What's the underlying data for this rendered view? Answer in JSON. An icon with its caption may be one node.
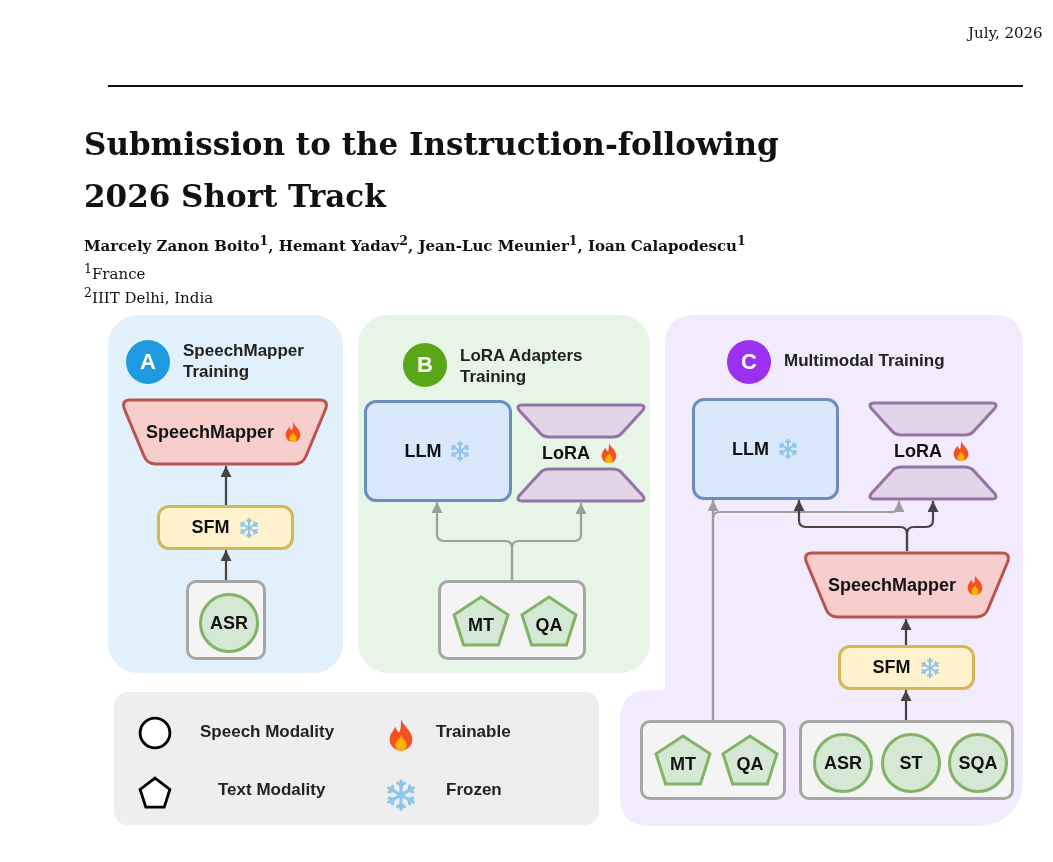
{
  "diagram": {
    "title": "Submission to the Instruction-following 2026 Short Track",
    "nodes": [
      {
        "text": [
          "SpeechMapper Training"
        ]
      },
      {
        "text": [
          "A"
        ],
        "in": 0
      },
      {
        "text": [
          "SpeechMapper"
        ],
        "in": 0
      },
      {
        "text": [
          "SFM"
        ],
        "in": 0
      },
      {
        "text": [],
        "shape": "box",
        "in": 0
      },
      {
        "text": [
          "ASR"
        ],
        "in": 4
      },
      {
        "text": [
          "LoRA Adapters Training"
        ]
      },
      {
        "text": [
          "B"
        ],
        "in": 6
      },
      {
        "text": [
          "LLM"
        ],
        "in": 6
      },
      {
        "text": [
          "LoRA"
        ],
        "in": 6
      },
      {
        "text": [],
        "shape": "box",
        "in": 6
      },
      {
        "text": [
          "MT"
        ],
        "in": 10
      },
      {
        "text": [
          "QA"
        ],
        "in": 10
      },
      {
        "text": [
          "Multimodal Training"
        ]
      },
      {
        "text": [
          "C"
        ],
        "in": 13
      },
      {
        "text": [
          "LLM"
        ],
        "in": 13
      },
      {
        "text": [
          "LoRA"
        ],
        "in": 13
      },
      {
        "text": [
          "SpeechMapper"
        ],
        "in": 13
      },
      {
        "text": [
          "SFM"
        ],
        "in": 13
      },
      {
        "text": [],
        "shape": "box",
        "in": 13
      },
      {
        "text": [
          "MT"
        ],
        "in": 19
      },
      {
        "text": [
          "QA"
        ],
        "in": 19
      },
      {
        "text": [],
        "shape": "box",
        "in": 13
      },
      {
        "text": [
          "ASR"
        ],
        "in": 22
      },
      {
        "text": [
          "ST"
        ],
        "in": 22
      },
      {
        "text": [
          "SQA"
        ],
        "in": 22
      }
    ],
    "edges": [
      {
        "from": 4,
        "to": 3,
        "arrow": "to"
      },
      {
        "from": 3,
        "to": 2,
        "arrow": "to"
      },
      {
        "from": 10,
        "to": 8,
        "arrow": "to",
        "color": "#9e9e9e"
      },
      {
        "from": 10,
        "to": 9,
        "arrow": "to",
        "color": "#9e9e9e"
      },
      {
        "from": 19,
        "to": 15,
        "arrow": "to",
        "color": "#9e9e9e"
      },
      {
        "from": 19,
        "to": 16,
        "arrow": "to",
        "color": "#9e9e9e"
      },
      {
        "from": 17,
        "to": 15,
        "arrow": "to"
      },
      {
        "from": 17,
        "to": 16,
        "arrow": "to"
      },
      {
        "from": 22,
        "to": 18,
        "arrow": "to"
      },
      {
        "from": 18,
        "to": 17,
        "arrow": "to"
      }
    ],
    "labels": [
      "July, 2026",
      "Marcely Zanon Boito$^{1}$, Hemant Yadav$^{2}$, Jean-Luc Meunier$^{1}$, Ioan Calapodescu$^{1}$",
      "$^{1}$France",
      "$^{2}$IIIT Delhi, India"
    ],
    "legend": [
      {
        "text": "Speech Modality"
      },
      {
        "text": "Trainable"
      },
      {
        "text": "Text Modality"
      },
      {
        "text": "Frozen"
      }
    ]
  }
}
